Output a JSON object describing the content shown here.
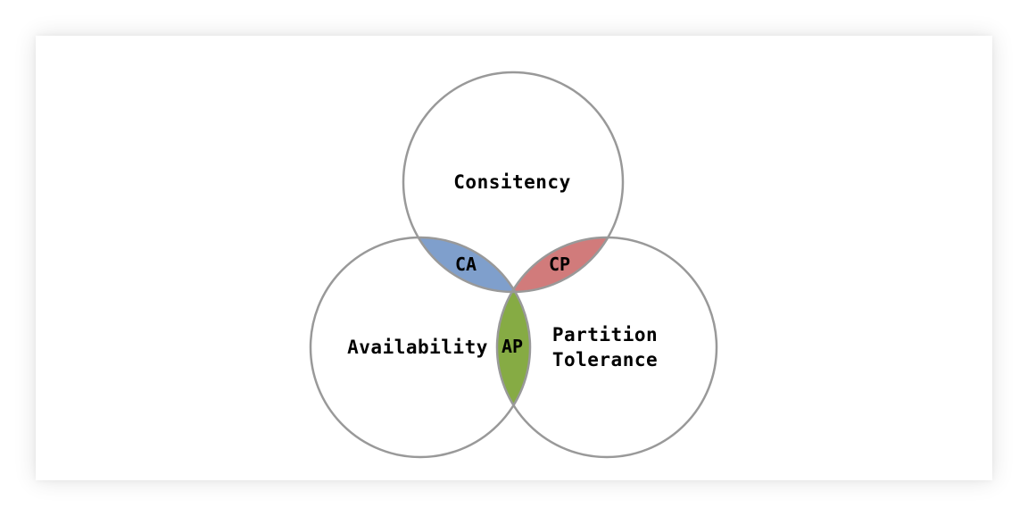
{
  "diagram": {
    "circles": {
      "consistency": "Consitency",
      "availability": "Availability",
      "partition_line1": "Partition",
      "partition_line2": "Tolerance"
    },
    "overlaps": {
      "ca": "CA",
      "cp": "CP",
      "ap": "AP"
    },
    "colors": {
      "ca_fill": "#7f9fcc",
      "cp_fill": "#d17b7b",
      "ap_fill": "#86ab44",
      "circle_stroke": "#999999"
    }
  }
}
